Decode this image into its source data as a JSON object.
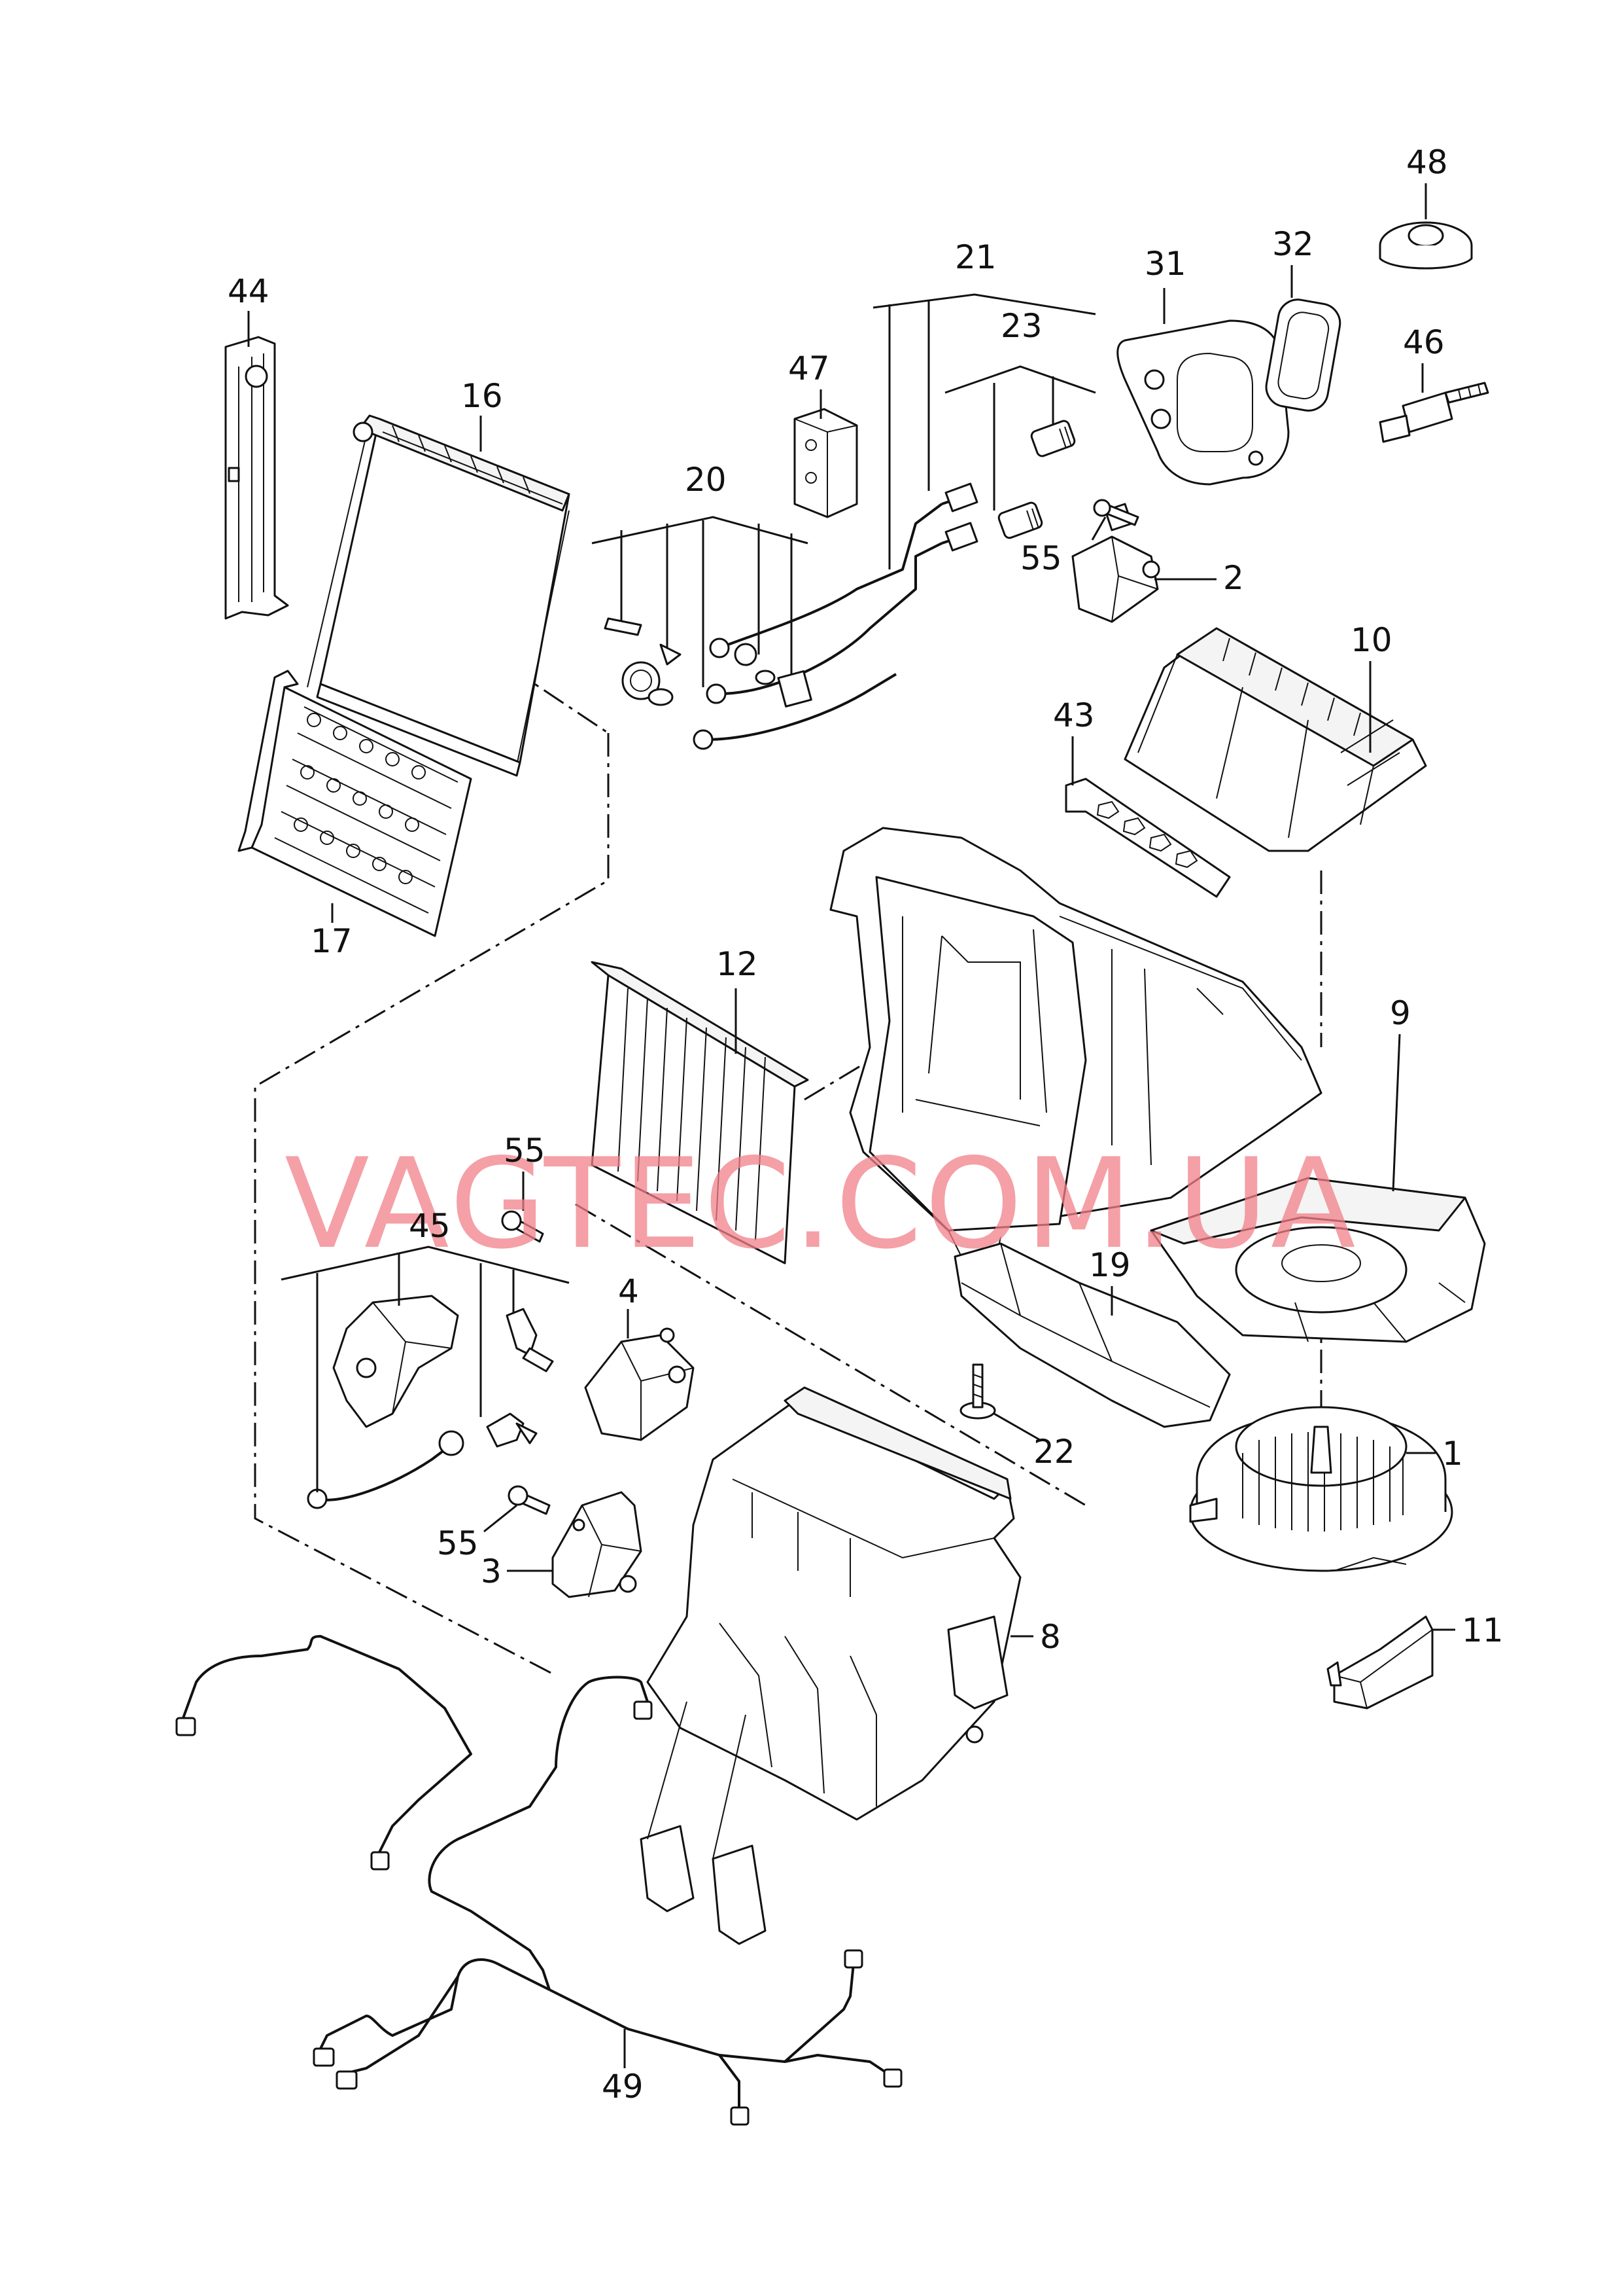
{
  "watermark": "VAGTEC.COM.UA",
  "colors": {
    "ink": "#111111",
    "watermark": "#f08088",
    "background": "#ffffff"
  },
  "callouts": {
    "c1": "1",
    "c2": "2",
    "c3": "3",
    "c4": "4",
    "c8": "8",
    "c9": "9",
    "c10": "10",
    "c11": "11",
    "c12": "12",
    "c16": "16",
    "c17": "17",
    "c19": "19",
    "c20": "20",
    "c21": "21",
    "c22": "22",
    "c23": "23",
    "c31": "31",
    "c32": "32",
    "c43": "43",
    "c44": "44",
    "c45": "45",
    "c46": "46",
    "c47": "47",
    "c48": "48",
    "c49": "49",
    "c55a": "55",
    "c55b": "55",
    "c55c": "55"
  }
}
